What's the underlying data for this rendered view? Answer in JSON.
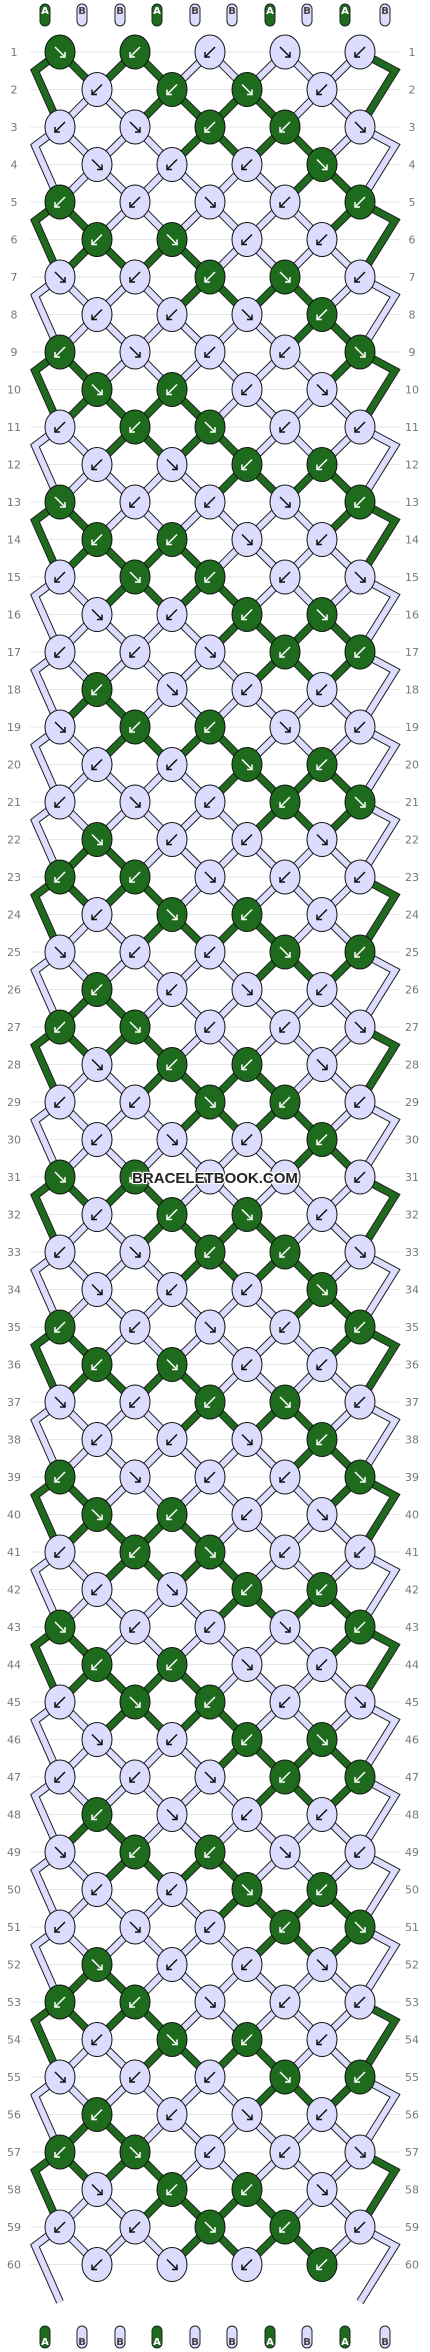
{
  "pattern": {
    "columns": 10,
    "colors": {
      "A": "#1e6b1e",
      "B": "#dcdcff"
    },
    "top_strands": [
      "A",
      "B",
      "B",
      "A",
      "B",
      "B",
      "A",
      "B",
      "A",
      "B"
    ],
    "bottom_strands": [
      "A",
      "B",
      "B",
      "A",
      "B",
      "B",
      "A",
      "B",
      "A",
      "B"
    ],
    "row_numbers": [
      "1",
      "2",
      "3",
      "4",
      "5",
      "6",
      "7",
      "8",
      "9",
      "10",
      "11",
      "12",
      "13",
      "14",
      "15",
      "16",
      "17",
      "18",
      "19",
      "20",
      "21",
      "22",
      "23",
      "24",
      "25",
      "26",
      "27",
      "28",
      "29",
      "30",
      "31",
      "32",
      "33",
      "34",
      "35",
      "36",
      "37",
      "38",
      "39",
      "40",
      "41",
      "42",
      "43",
      "44",
      "45",
      "46",
      "47",
      "48",
      "49",
      "50",
      "51",
      "52",
      "53",
      "54",
      "55",
      "56",
      "57",
      "58",
      "59",
      "60"
    ]
  },
  "watermark": "BRACELETBOOK.COM"
}
